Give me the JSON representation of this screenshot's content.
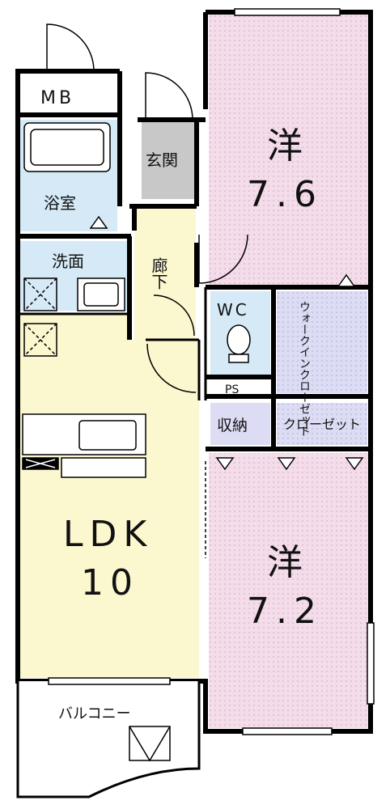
{
  "rooms": {
    "mb": "MB",
    "bath": "浴室",
    "entrance": "玄関",
    "washroom": "洗面",
    "hallway": "廊下",
    "wc": "WC",
    "ps": "PS",
    "walk_in_closet": "ウォークインクローゼット",
    "storage": "収納",
    "closet": "クローゼット",
    "western_room_1": {
      "name": "洋",
      "size": "7.6"
    },
    "western_room_2": {
      "name": "洋",
      "size": "7.2"
    },
    "ldk": {
      "name": "LDK",
      "size": "10"
    },
    "balcony": "バルコニー"
  },
  "colors": {
    "western_room": "#f4dcea",
    "ldk": "#fbf7cf",
    "wet_area": "#d5e9f6",
    "closet": "#dcdcf4",
    "entrance": "#c8c8c8",
    "wall": "#000000"
  }
}
